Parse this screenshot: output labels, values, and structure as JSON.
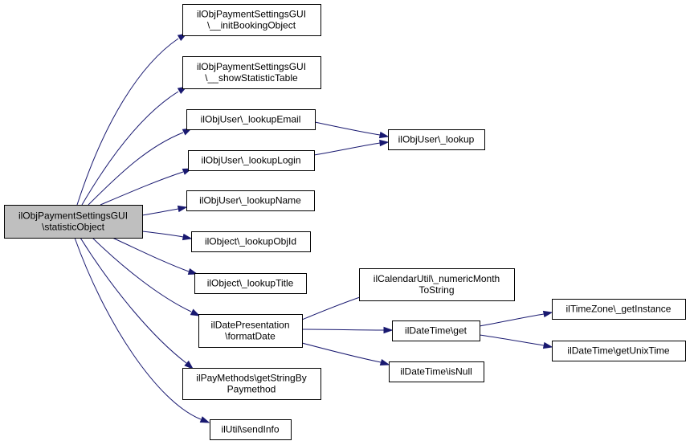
{
  "diagram": {
    "nodes": [
      {
        "id": "root",
        "lines": [
          "ilObjPaymentSettingsGUI",
          "\\statisticObject"
        ],
        "root": true
      },
      {
        "id": "initBooking",
        "lines": [
          "ilObjPaymentSettingsGUI",
          "\\__initBookingObject"
        ]
      },
      {
        "id": "showStat",
        "lines": [
          "ilObjPaymentSettingsGUI",
          "\\__showStatisticTable"
        ]
      },
      {
        "id": "lookupEmail",
        "lines": [
          "ilObjUser\\_lookupEmail"
        ]
      },
      {
        "id": "lookupLogin",
        "lines": [
          "ilObjUser\\_lookupLogin"
        ]
      },
      {
        "id": "lookupName",
        "lines": [
          "ilObjUser\\_lookupName"
        ]
      },
      {
        "id": "lookupObjId",
        "lines": [
          "ilObject\\_lookupObjId"
        ]
      },
      {
        "id": "lookupTitle",
        "lines": [
          "ilObject\\_lookupTitle"
        ]
      },
      {
        "id": "formatDate",
        "lines": [
          "ilDatePresentation",
          "\\formatDate"
        ]
      },
      {
        "id": "payMethods",
        "lines": [
          "ilPayMethods\\getStringBy",
          "Paymethod"
        ]
      },
      {
        "id": "sendInfo",
        "lines": [
          "ilUtil\\sendInfo"
        ]
      },
      {
        "id": "lookup",
        "lines": [
          "ilObjUser\\_lookup"
        ]
      },
      {
        "id": "numericMonth",
        "lines": [
          "ilCalendarUtil\\_numericMonth",
          "ToString"
        ]
      },
      {
        "id": "dtGet",
        "lines": [
          "ilDateTime\\get"
        ]
      },
      {
        "id": "dtIsNull",
        "lines": [
          "ilDateTime\\isNull"
        ]
      },
      {
        "id": "tzGetInstance",
        "lines": [
          "ilTimeZone\\_getInstance"
        ]
      },
      {
        "id": "dtUnix",
        "lines": [
          "ilDateTime\\getUnixTime"
        ]
      }
    ],
    "edges": [
      {
        "from": "root",
        "to": "initBooking"
      },
      {
        "from": "root",
        "to": "showStat"
      },
      {
        "from": "root",
        "to": "lookupEmail"
      },
      {
        "from": "root",
        "to": "lookupLogin"
      },
      {
        "from": "root",
        "to": "lookupName"
      },
      {
        "from": "root",
        "to": "lookupObjId"
      },
      {
        "from": "root",
        "to": "lookupTitle"
      },
      {
        "from": "root",
        "to": "formatDate"
      },
      {
        "from": "root",
        "to": "payMethods"
      },
      {
        "from": "root",
        "to": "sendInfo"
      },
      {
        "from": "lookupEmail",
        "to": "lookup"
      },
      {
        "from": "lookupLogin",
        "to": "lookup"
      },
      {
        "from": "formatDate",
        "to": "numericMonth"
      },
      {
        "from": "formatDate",
        "to": "dtGet"
      },
      {
        "from": "formatDate",
        "to": "dtIsNull"
      },
      {
        "from": "dtGet",
        "to": "tzGetInstance"
      },
      {
        "from": "dtGet",
        "to": "dtUnix"
      }
    ],
    "colors": {
      "edge": "#191970",
      "root_fill": "#bfbfbf",
      "node_fill": "#ffffff"
    }
  }
}
